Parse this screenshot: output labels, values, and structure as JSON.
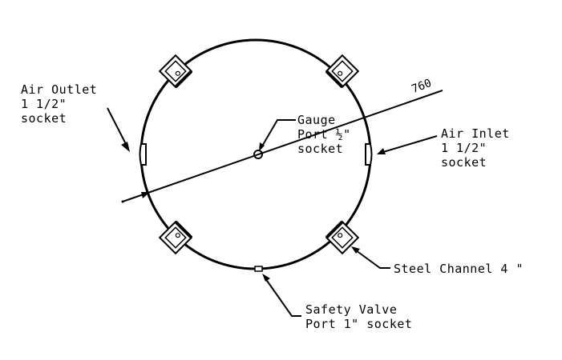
{
  "dimension": {
    "value": "760"
  },
  "labels": {
    "air_outlet": [
      "Air Outlet",
      "1 1/2\"",
      "socket"
    ],
    "gauge_port": [
      "Gauge",
      "Port ½\"",
      "socket"
    ],
    "air_inlet": [
      "Air Inlet",
      "1 1/2\"",
      "socket"
    ],
    "steel_channel": [
      "Steel Channel 4 \""
    ],
    "safety_valve": [
      "Safety Valve",
      "Port 1\" socket"
    ]
  },
  "colors": {
    "line": "#000000",
    "background": "#ffffff"
  }
}
